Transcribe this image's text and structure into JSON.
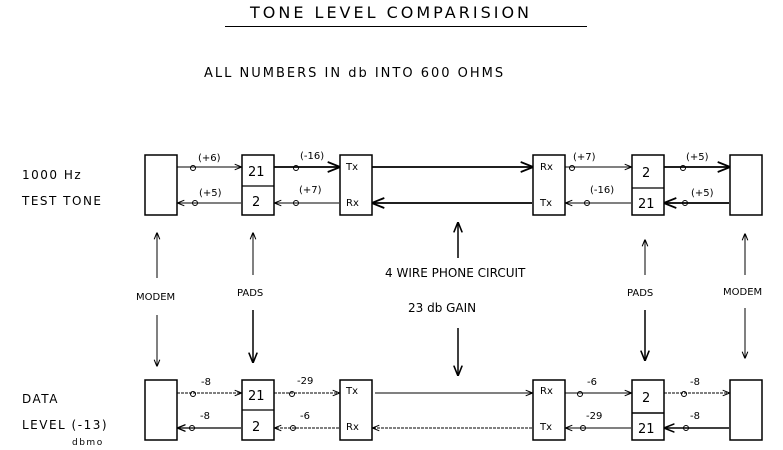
{
  "title": "TONE    LEVEL    COMPARISION",
  "subtitle": "ALL   NUMBERS   IN   db   INTO   600 OHMS",
  "top_row": {
    "label_line1": "1000 Hz",
    "label_line2": "TEST TONE",
    "left_pad": {
      "upper": "21",
      "lower": "2"
    },
    "right_pad": {
      "upper": "2",
      "lower": "21"
    },
    "left_hybrid": {
      "upper": "Tx",
      "lower": "Rx"
    },
    "right_hybrid": {
      "upper": "Rx",
      "lower": "Tx"
    },
    "levels": {
      "modem_to_pad_tx": "(+6)",
      "pad_to_modem_rx": "(+5)",
      "pad_to_hybrid_tx": "(-16)",
      "hybrid_to_pad_rx": "(+7)",
      "right_hybrid_rx_out": "(+7)",
      "right_hybrid_tx_in": "(-16)",
      "right_pad_to_modem": "(+5)",
      "right_modem_to_pad": "(+5)"
    }
  },
  "bottom_row": {
    "label_line1": "DATA",
    "label_line2": "LEVEL (-13)",
    "label_unit": "dbmo",
    "left_pad": {
      "upper": "21",
      "lower": "2"
    },
    "right_pad": {
      "upper": "2",
      "lower": "21"
    },
    "left_hybrid": {
      "upper": "Tx",
      "lower": "Rx"
    },
    "right_hybrid": {
      "upper": "Rx",
      "lower": "Tx"
    },
    "levels": {
      "modem_to_pad_tx": "-8",
      "pad_to_modem_rx": "-8",
      "pad_to_hybrid_tx": "-29",
      "hybrid_to_pad_rx": "-6",
      "right_hybrid_rx_out": "-6",
      "right_hybrid_tx_in": "-29",
      "right_pad_to_modem": "-8",
      "right_modem_to_pad": "-8"
    }
  },
  "middle": {
    "modem_left": "MODEM",
    "pads_left": "PADS",
    "circuit_line1": "4 WIRE PHONE CIRCUIT",
    "circuit_line2": "23 db GAIN",
    "pads_right": "PADS",
    "modem_right": "MODEM"
  }
}
